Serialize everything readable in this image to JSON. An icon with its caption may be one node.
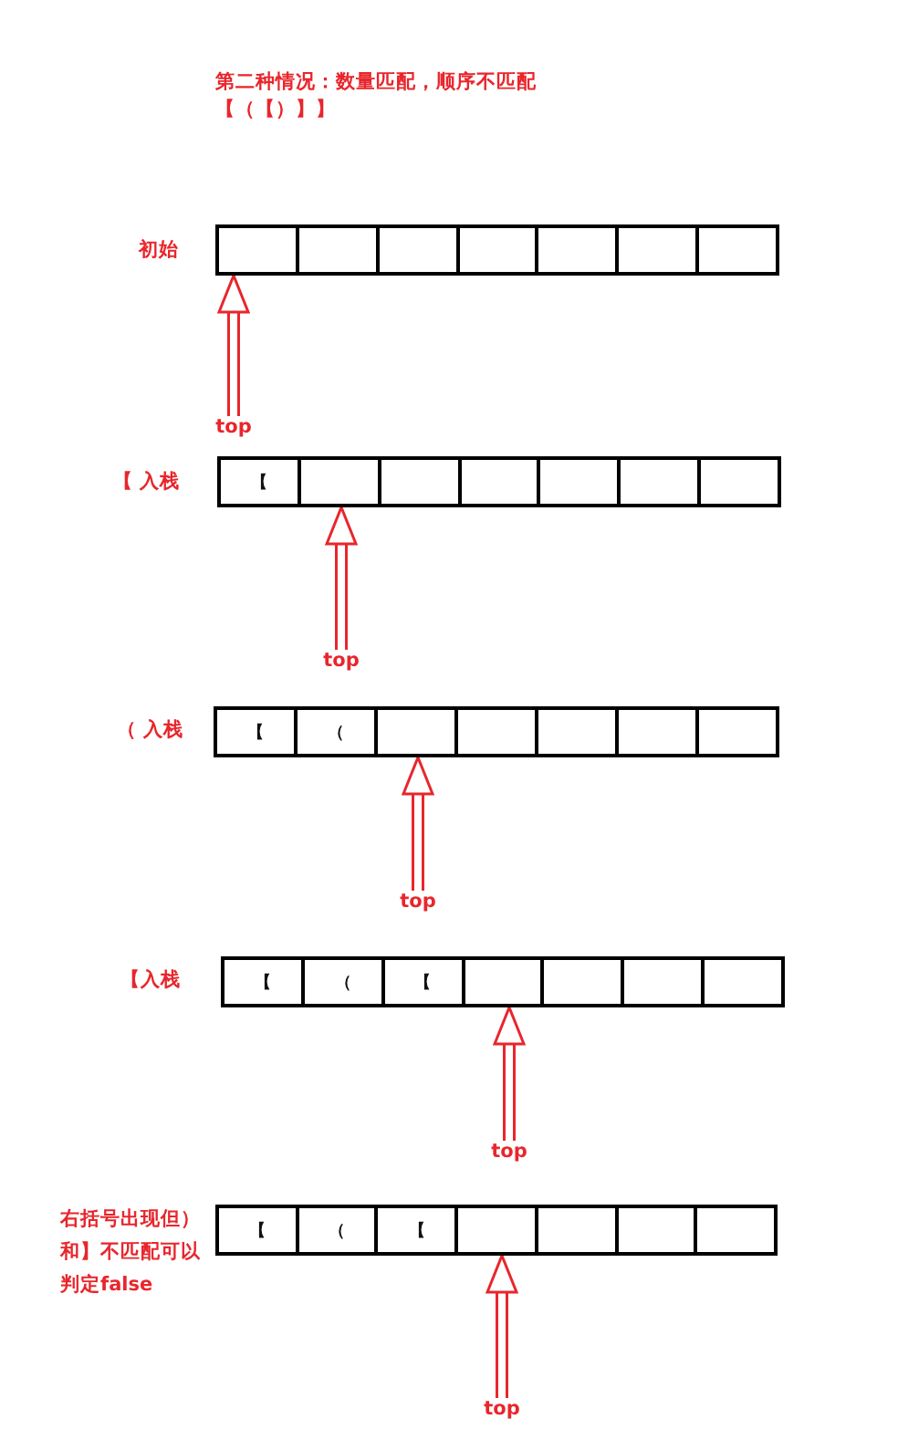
{
  "diagram": {
    "title": "第二种情况：数量匹配，顺序不匹配",
    "nodes": [
      {
        "text": [],
        "shape": "box"
      },
      {
        "text": [],
        "shape": "box"
      },
      {
        "text": [],
        "shape": "box"
      },
      {
        "text": [],
        "shape": "box"
      },
      {
        "text": [],
        "shape": "box"
      },
      {
        "text": [],
        "shape": "box"
      },
      {
        "text": [],
        "shape": "box"
      },
      {
        "text": [
          "top"
        ]
      },
      {
        "text": [
          "【"
        ]
      },
      {
        "text": [],
        "shape": "box"
      },
      {
        "text": [],
        "shape": "box"
      },
      {
        "text": [],
        "shape": "box"
      },
      {
        "text": [],
        "shape": "box"
      },
      {
        "text": [],
        "shape": "box"
      },
      {
        "text": [],
        "shape": "box"
      },
      {
        "text": [
          "top"
        ]
      },
      {
        "text": [
          "【"
        ]
      },
      {
        "text": [
          "（"
        ]
      },
      {
        "text": [],
        "shape": "box"
      },
      {
        "text": [],
        "shape": "box"
      },
      {
        "text": [],
        "shape": "box"
      },
      {
        "text": [],
        "shape": "box"
      },
      {
        "text": [],
        "shape": "box"
      },
      {
        "text": [
          "top"
        ]
      },
      {
        "text": [
          "【"
        ]
      },
      {
        "text": [
          "（"
        ]
      },
      {
        "text": [
          "【"
        ]
      },
      {
        "text": [],
        "shape": "box"
      },
      {
        "text": [],
        "shape": "box"
      },
      {
        "text": [],
        "shape": "box"
      },
      {
        "text": [],
        "shape": "box"
      },
      {
        "text": [
          "top"
        ]
      },
      {
        "text": [
          "【"
        ]
      },
      {
        "text": [
          "（"
        ]
      },
      {
        "text": [
          "【"
        ]
      },
      {
        "text": [],
        "shape": "box"
      },
      {
        "text": [],
        "shape": "box"
      },
      {
        "text": [],
        "shape": "box"
      },
      {
        "text": [],
        "shape": "box"
      },
      {
        "text": [
          "top"
        ]
      }
    ],
    "edges": [
      {
        "from": 7,
        "to": 0,
        "arrow": "to"
      },
      {
        "from": 15,
        "to": 9,
        "arrow": "to"
      },
      {
        "from": 23,
        "to": 18,
        "arrow": "to"
      },
      {
        "from": 31,
        "to": 27,
        "arrow": "to"
      },
      {
        "from": 39,
        "to": 35,
        "arrow": "to"
      }
    ],
    "labels": [
      "【（【）】】",
      "初始",
      "【 入栈",
      "（ 入栈",
      "【入栈",
      "右括号出现但）和】不匹配可以判定false"
    ]
  }
}
